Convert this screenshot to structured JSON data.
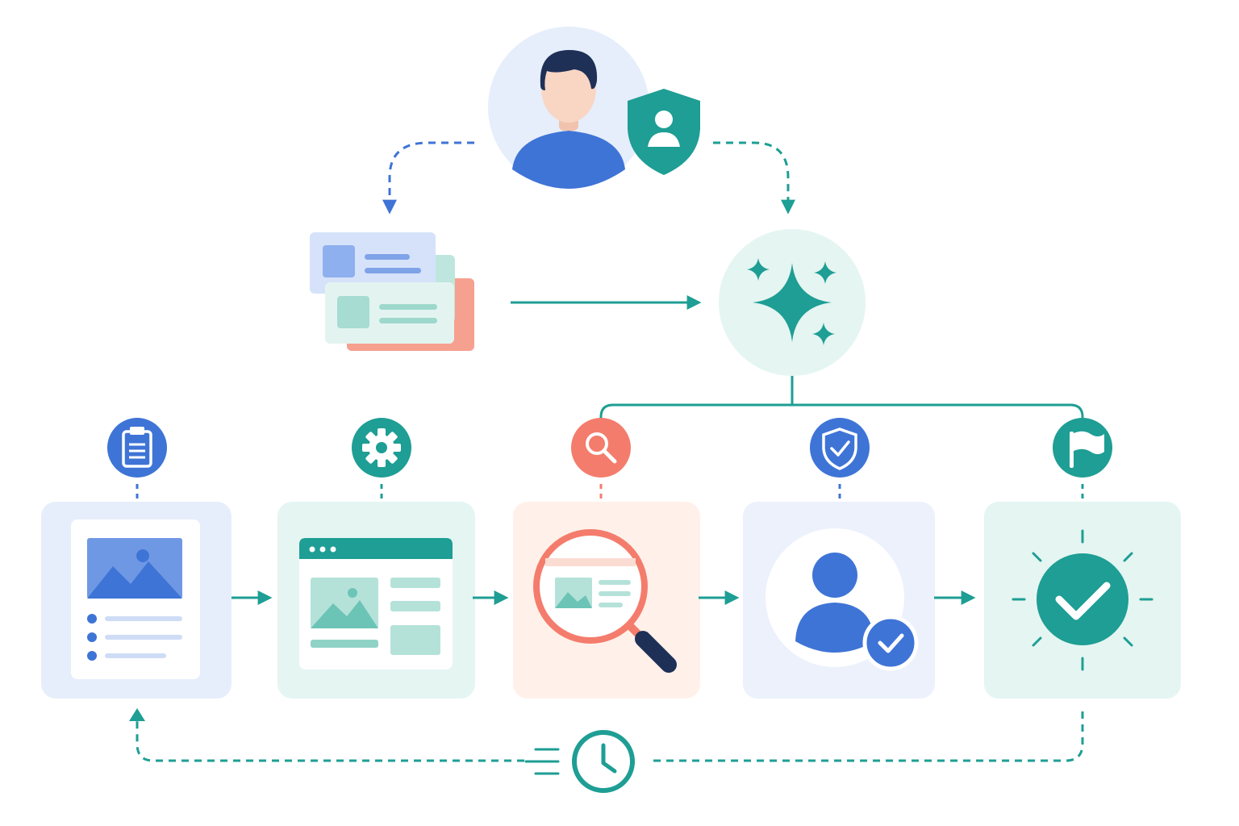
{
  "colors": {
    "blue": "#3E74D6",
    "teal": "#1E9E94",
    "coral": "#F47C6C",
    "navy": "#1F3057",
    "light_blue": "#E6EEFB",
    "light_teal": "#E5F5F2",
    "light_coral": "#FFF1EA",
    "skin": "#F9D6C4",
    "hair": "#1F3057"
  },
  "nodes": {
    "user": {
      "icon": "user-avatar",
      "badge_icon": "shield-user-icon"
    },
    "input_cards": {
      "icon": "stacked-cards-icon"
    },
    "ai_engine": {
      "icon": "sparkle-icon"
    },
    "steps": [
      {
        "id": "brief",
        "badge_icon": "clipboard-icon",
        "card_icon": "document-image-icon",
        "accent": "blue"
      },
      {
        "id": "build",
        "badge_icon": "gear-icon",
        "card_icon": "browser-layout-icon",
        "accent": "teal"
      },
      {
        "id": "review",
        "badge_icon": "search-icon",
        "card_icon": "magnifier-preview-icon",
        "accent": "coral"
      },
      {
        "id": "approve",
        "badge_icon": "shield-check-icon",
        "card_icon": "user-check-icon",
        "accent": "blue"
      },
      {
        "id": "publish",
        "badge_icon": "flag-icon",
        "card_icon": "check-burst-icon",
        "accent": "teal"
      }
    ],
    "loop": {
      "icon": "clock-icon"
    }
  }
}
